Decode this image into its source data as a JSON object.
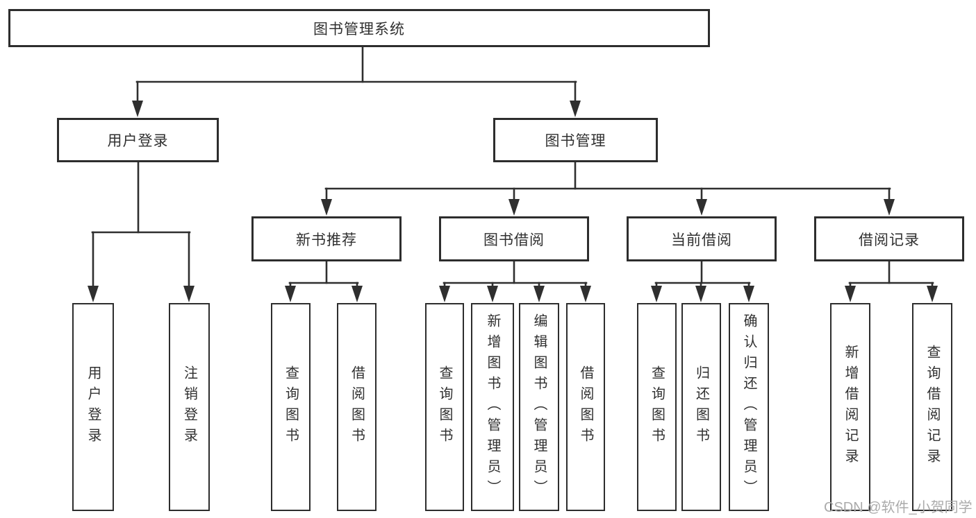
{
  "diagram": {
    "root": {
      "label": "图书管理系统"
    },
    "branches": [
      {
        "label": "用户登录",
        "children": [
          {
            "label": "用户登录"
          },
          {
            "label": "注销登录"
          }
        ]
      },
      {
        "label": "图书管理",
        "children": [
          {
            "label": "新书推荐",
            "children": [
              {
                "label": "查询图书"
              },
              {
                "label": "借阅图书"
              }
            ]
          },
          {
            "label": "图书借阅",
            "children": [
              {
                "label": "查询图书"
              },
              {
                "label": "新增图书（管理员）"
              },
              {
                "label": "编辑图书（管理员）"
              },
              {
                "label": "借阅图书"
              }
            ]
          },
          {
            "label": "当前借阅",
            "children": [
              {
                "label": "查询图书"
              },
              {
                "label": "归还图书"
              },
              {
                "label": "确认归还（管理员）"
              }
            ]
          },
          {
            "label": "借阅记录",
            "children": [
              {
                "label": "新增借阅记录"
              },
              {
                "label": "查询借阅记录"
              }
            ]
          }
        ]
      }
    ]
  },
  "watermark": "CSDN @软件_小贺同学",
  "colors": {
    "line": "#2f2f2f",
    "box_border": "#2d2d2d",
    "text": "#303030",
    "watermark": "#ababab",
    "background": "#ffffff"
  }
}
